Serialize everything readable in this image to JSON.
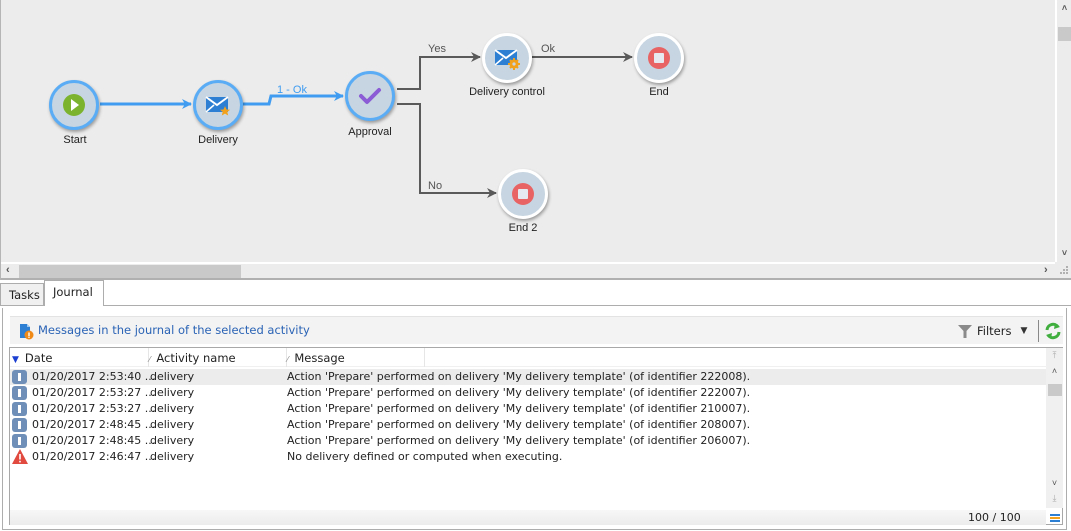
{
  "workflow": {
    "nodes": [
      {
        "id": "start",
        "label": "Start",
        "icon": "play-icon"
      },
      {
        "id": "delivery",
        "label": "Delivery",
        "icon": "email-star-icon"
      },
      {
        "id": "approval",
        "label": "Approval",
        "icon": "checkmark-icon"
      },
      {
        "id": "delivery_control",
        "label": "Delivery control",
        "icon": "email-gear-icon"
      },
      {
        "id": "end",
        "label": "End",
        "icon": "stop-icon"
      },
      {
        "id": "end2",
        "label": "End 2",
        "icon": "stop-icon"
      }
    ],
    "transitions": [
      {
        "from": "start",
        "to": "delivery",
        "label": ""
      },
      {
        "from": "delivery",
        "to": "approval",
        "label": "1 - Ok"
      },
      {
        "from": "approval",
        "to": "delivery_control",
        "label": "Yes"
      },
      {
        "from": "delivery_control",
        "to": "end",
        "label": "Ok"
      },
      {
        "from": "approval",
        "to": "end2",
        "label": "No"
      }
    ]
  },
  "tabs": [
    {
      "label": "Tasks",
      "active": false
    },
    {
      "label": "Journal",
      "active": true
    }
  ],
  "journal": {
    "title": "Messages in the journal of the selected activity",
    "filters_label": "Filters",
    "columns": [
      "Date",
      "Activity name",
      "Message"
    ],
    "rows": [
      {
        "type": "info",
        "date": "01/20/2017 2:53:40 ...",
        "activity": "delivery",
        "message": "Action 'Prepare' performed on delivery 'My delivery template' (of identifier 222008)."
      },
      {
        "type": "info",
        "date": "01/20/2017 2:53:27 ...",
        "activity": "delivery",
        "message": "Action 'Prepare' performed on delivery 'My delivery template' (of identifier 222007)."
      },
      {
        "type": "info",
        "date": "01/20/2017 2:53:27 ...",
        "activity": "delivery",
        "message": "Action 'Prepare' performed on delivery 'My delivery template' (of identifier 210007)."
      },
      {
        "type": "info",
        "date": "01/20/2017 2:48:45 ...",
        "activity": "delivery",
        "message": "Action 'Prepare' performed on delivery 'My delivery template' (of identifier 208007)."
      },
      {
        "type": "info",
        "date": "01/20/2017 2:48:45 ...",
        "activity": "delivery",
        "message": "Action 'Prepare' performed on delivery 'My delivery template' (of identifier 206007)."
      },
      {
        "type": "warning",
        "date": "01/20/2017 2:46:47 ...",
        "activity": "delivery",
        "message": "No delivery defined or computed when executing."
      }
    ],
    "count": "100 / 100"
  },
  "colors": {
    "active_transition": "#3f9cf0",
    "inactive_transition": "#5a5a5a",
    "node_fill": "#c6d5e1",
    "title_link": "#2a63b5",
    "start_green": "#7cb32e",
    "stop_red": "#e86464",
    "check_purple": "#8b5cd6",
    "refresh_green": "#3fae3f"
  }
}
